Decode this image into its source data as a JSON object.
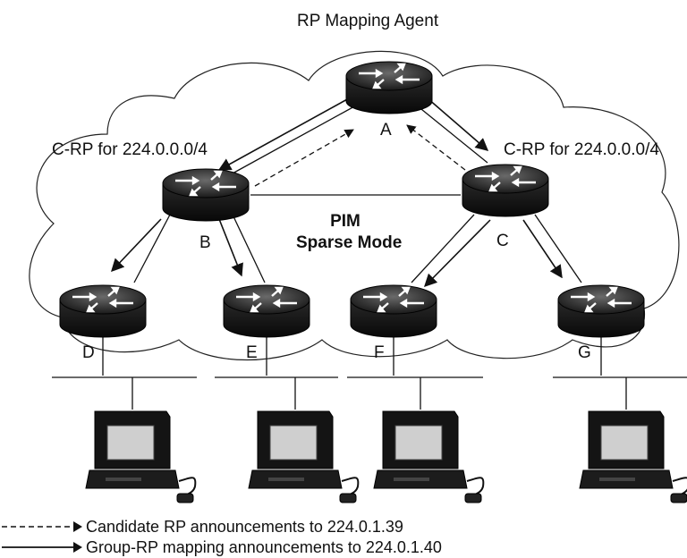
{
  "diagram": {
    "mapping_agent_title": "RP Mapping Agent",
    "crp_left": "C-RP for 224.0.0.0/4",
    "crp_right": "C-RP for 224.0.0.0/4",
    "center_label_line1": "PIM",
    "center_label_line2": "Sparse Mode",
    "routers": {
      "A": "A",
      "B": "B",
      "C": "C",
      "D": "D",
      "E": "E",
      "F": "F",
      "G": "G"
    }
  },
  "legend": {
    "dashed_label": "Candidate RP announcements to 224.0.1.39",
    "solid_label": "Group-RP mapping announcements to 224.0.1.40"
  },
  "colors": {
    "router_body": "#1a1a1a",
    "router_top": "#3a3a3a",
    "cloud_stroke": "#222222"
  },
  "icons": {
    "router": "router-icon",
    "workstation": "workstation-icon"
  }
}
